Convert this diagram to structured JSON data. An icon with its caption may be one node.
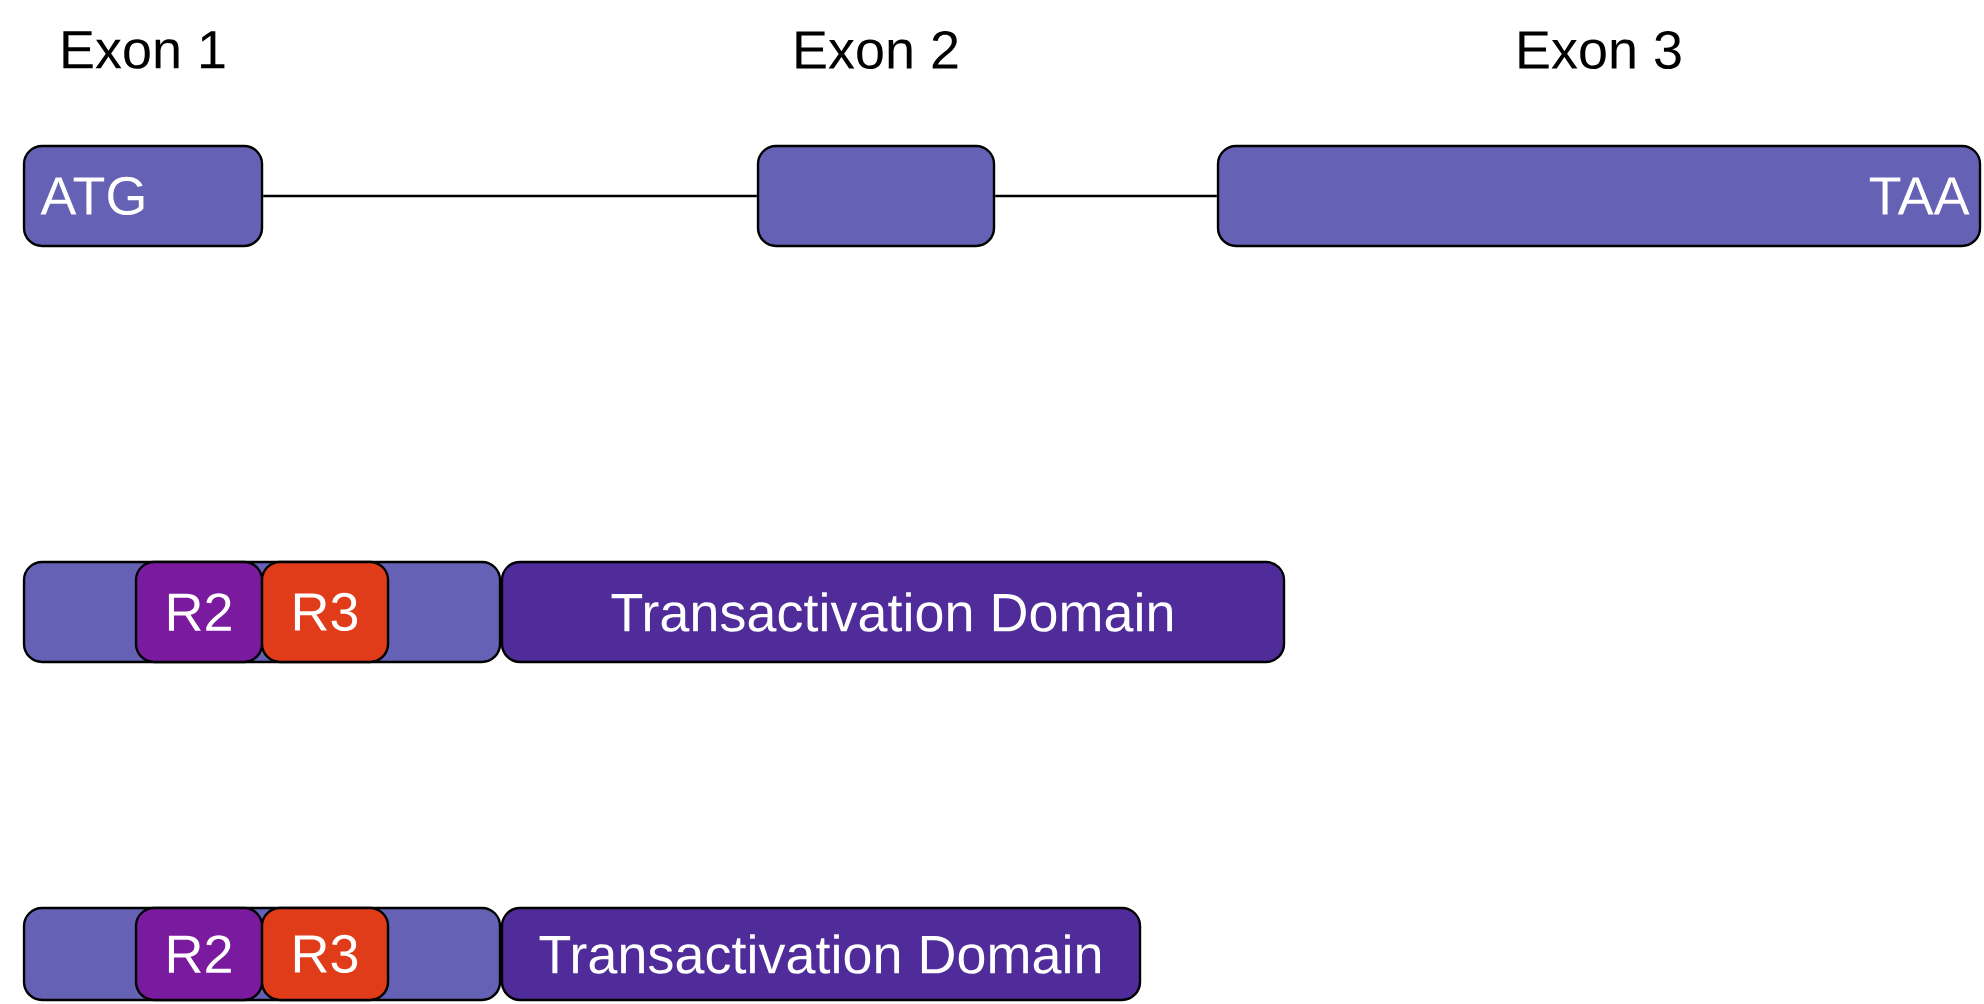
{
  "diagram": {
    "nodes": [
      {
        "text": [
          "Exon 1",
          "ATG"
        ]
      },
      {
        "text": [
          "Exon 2"
        ]
      },
      {
        "text": [
          "Exon 3",
          "TAA"
        ]
      },
      {
        "text": [],
        "shape": "box"
      },
      {
        "text": [
          "R2"
        ],
        "in": 3
      },
      {
        "text": [
          "R3"
        ],
        "in": 3
      },
      {
        "text": [
          "Transactivation Domain"
        ]
      },
      {
        "text": [],
        "shape": "box"
      },
      {
        "text": [
          "R2"
        ],
        "in": 7
      },
      {
        "text": [
          "R3"
        ],
        "in": 7
      },
      {
        "text": [
          "Transactivation Domain"
        ]
      }
    ],
    "edges": [
      {
        "from": 0,
        "to": 1,
        "arrow": "none"
      },
      {
        "from": 1,
        "to": 2,
        "arrow": "none"
      }
    ]
  }
}
